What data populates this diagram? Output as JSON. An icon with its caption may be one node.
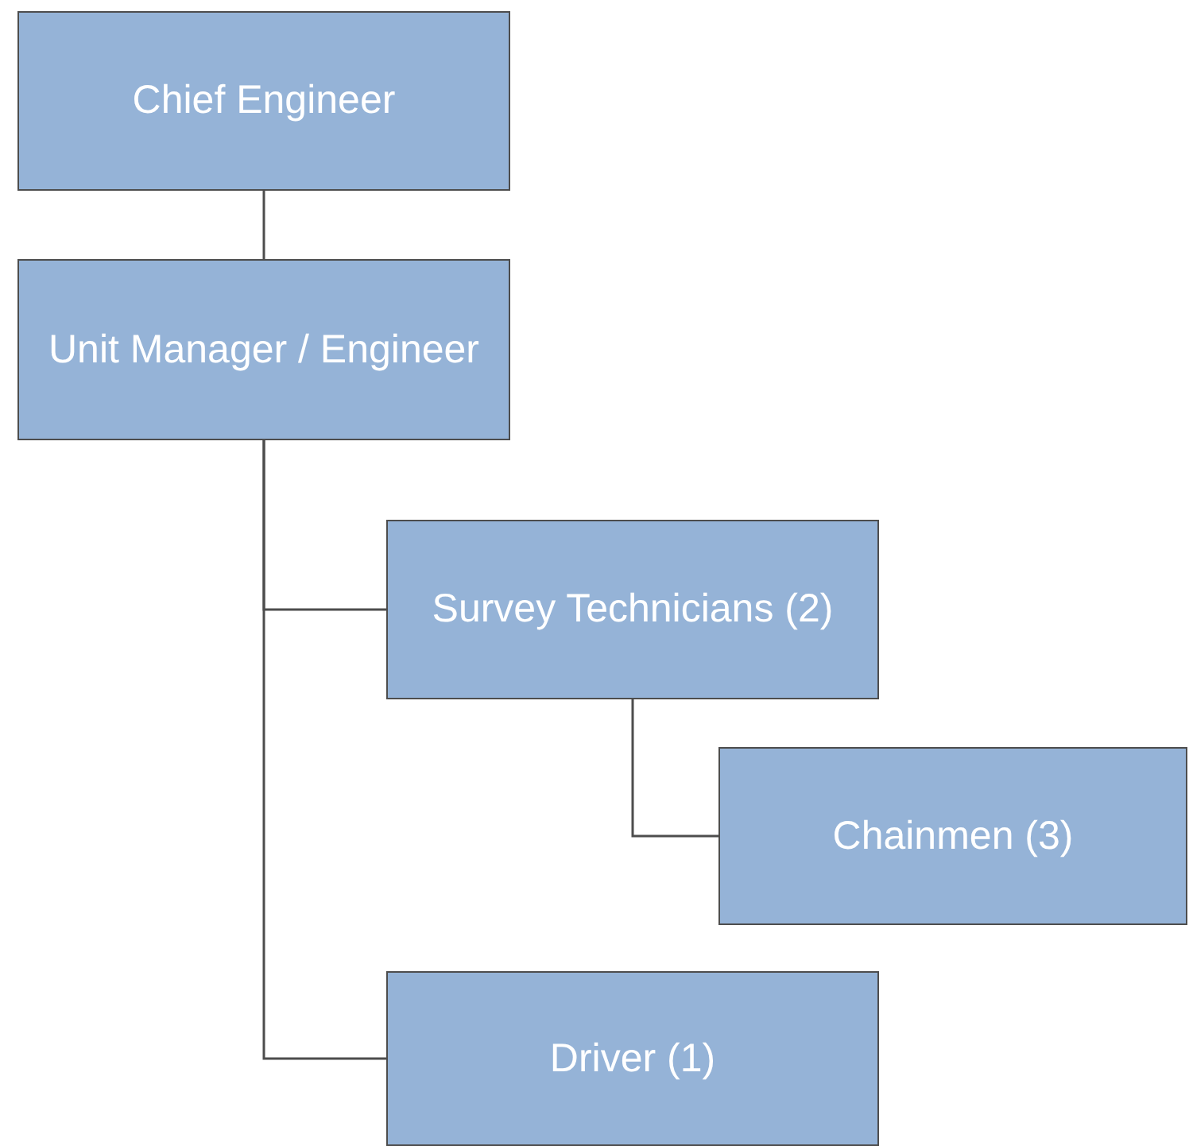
{
  "diagram": {
    "nodes": [
      {
        "text": [
          "Chief Engineer"
        ]
      },
      {
        "text": [
          "Unit Manager / Engineer"
        ]
      },
      {
        "text": [
          "Survey Technicians (2)"
        ]
      },
      {
        "text": [
          "Chainmen (3)"
        ]
      },
      {
        "text": [
          "Driver (1)"
        ]
      }
    ],
    "edges": [
      {
        "from": 0,
        "to": 1,
        "arrow": "none"
      },
      {
        "from": 1,
        "to": 2,
        "arrow": "none"
      },
      {
        "from": 2,
        "to": 3,
        "arrow": "none"
      },
      {
        "from": 1,
        "to": 4,
        "arrow": "none"
      }
    ]
  }
}
